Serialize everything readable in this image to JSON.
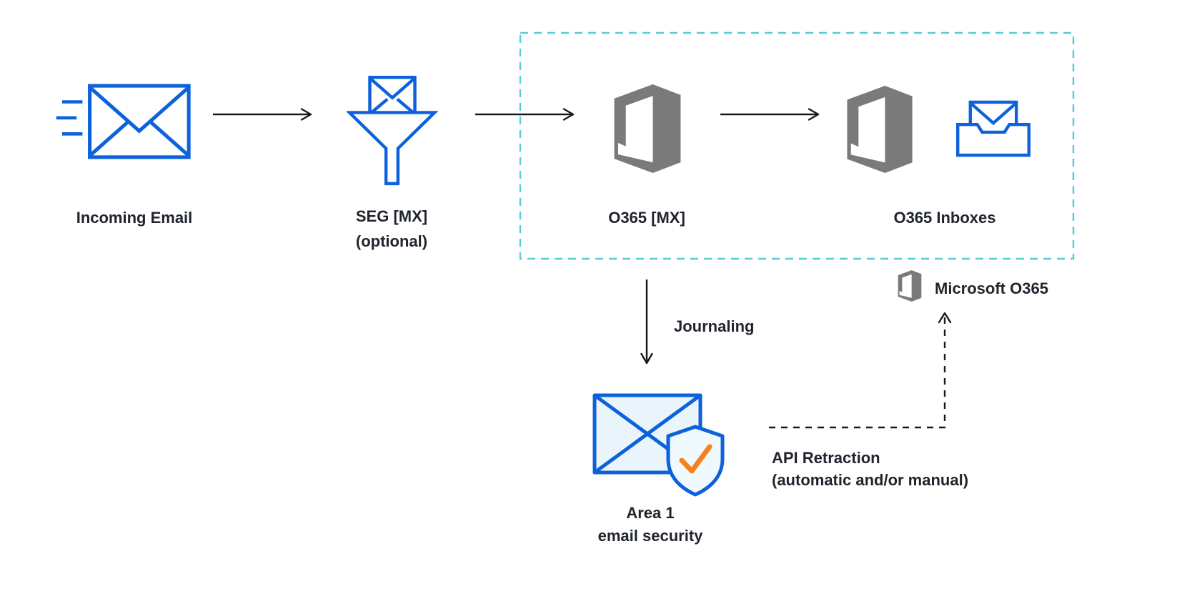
{
  "colors": {
    "blue": "#0D62DC",
    "logo_gray": "#7A7A7A",
    "group_border_teal": "#58CBD8",
    "arrow_black": "#1A1A1A",
    "check_orange": "#F6821F",
    "text": "#20242C",
    "envelope_fill_light": "#E9F4FB"
  },
  "nodes": {
    "incoming_email": {
      "label": "Incoming Email",
      "icon": "speeding-envelope-icon"
    },
    "seg": {
      "label": "SEG [MX]",
      "sublabel": "(optional)",
      "icon": "funnel-envelope-icon"
    },
    "o365_mx": {
      "label": "O365 [MX]",
      "icon": "office365-logo-icon"
    },
    "o365_inboxes": {
      "label": "O365 Inboxes",
      "icon": "office365-logo-and-inbox-envelope-icon"
    },
    "area1": {
      "line1": "Area 1",
      "line2": "email security",
      "icon": "envelope-shield-check-icon"
    }
  },
  "group": {
    "label": "Microsoft O365",
    "icon": "office365-logo-icon",
    "contains": [
      "O365 [MX]",
      "O365 Inboxes"
    ],
    "border_style": "dashed"
  },
  "edges": {
    "incoming_to_seg": {
      "style": "solid-arrow-right"
    },
    "seg_to_o365mx": {
      "style": "solid-arrow-right"
    },
    "o365mx_to_inboxes": {
      "style": "solid-arrow-right"
    },
    "journaling": {
      "label": "Journaling",
      "style": "solid-arrow-down"
    },
    "api_retraction": {
      "label": "API Retraction",
      "sublabel": "(automatic and/or manual)",
      "style": "dashed-arrow-up"
    }
  }
}
